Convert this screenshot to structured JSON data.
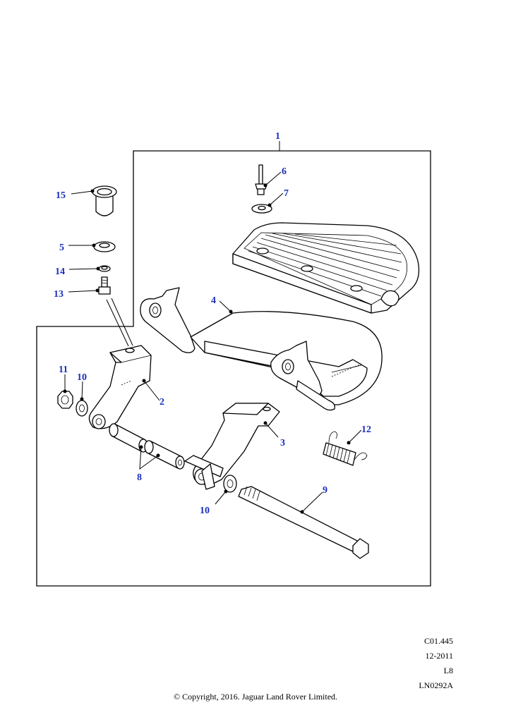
{
  "callouts": {
    "c1": "1",
    "c2": "2",
    "c3": "3",
    "c4": "4",
    "c5": "5",
    "c6": "6",
    "c7": "7",
    "c8": "8",
    "c9": "9",
    "c10a": "10",
    "c10b": "10",
    "c11": "11",
    "c12": "12",
    "c13": "13",
    "c14": "14",
    "c15": "15"
  },
  "footer": {
    "code": "C01.445",
    "date": "12-2011",
    "level": "L8",
    "ref": "LN0292A",
    "copyright": "© Copyright, 2016. Jaguar Land Rover Limited."
  },
  "colors": {
    "callout": "#1a2fc0",
    "line": "#000000",
    "background": "#ffffff"
  }
}
